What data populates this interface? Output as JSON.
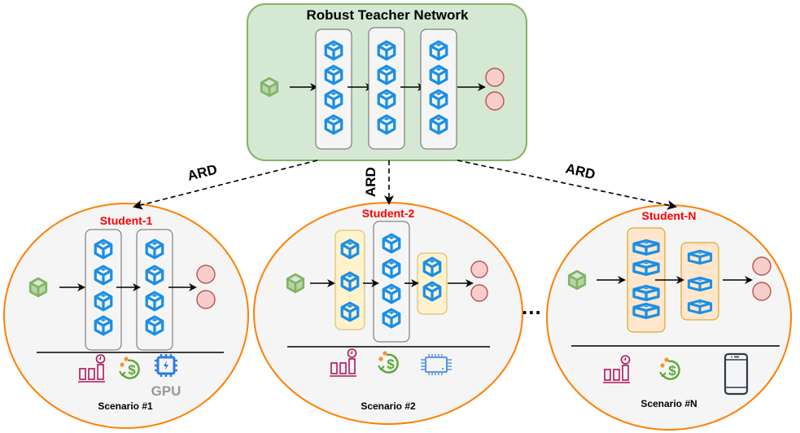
{
  "teacher": {
    "title": "Robust Teacher Network",
    "layers": [
      4,
      4,
      4
    ],
    "outputs": 2
  },
  "edges": [
    {
      "label": "ARD",
      "to": "student-1"
    },
    {
      "label": "ARD",
      "to": "student-2"
    },
    {
      "label": "ARD",
      "to": "student-n"
    }
  ],
  "students": [
    {
      "title": "Student-1",
      "layers": [
        {
          "nodes": 4,
          "style": "gray"
        },
        {
          "nodes": 4,
          "style": "gray"
        }
      ],
      "scenario": "Scenario #1",
      "icons": [
        "latency-chart-icon",
        "cost-icon",
        "gpu-icon"
      ],
      "device_label": "GPU"
    },
    {
      "title": "Student-2",
      "layers": [
        {
          "nodes": 3,
          "style": "yellow"
        },
        {
          "nodes": 4,
          "style": "gray"
        },
        {
          "nodes": 2,
          "style": "yellow"
        }
      ],
      "scenario": "Scenario #2",
      "icons": [
        "latency-chart-icon",
        "cost-icon",
        "cpu-chip-icon"
      ]
    },
    {
      "title": "Student-N",
      "layers": [
        {
          "nodes": 4,
          "style": "orange"
        },
        {
          "nodes": 3,
          "style": "orange"
        }
      ],
      "scenario": "Scenario #N",
      "icons": [
        "latency-chart-icon",
        "cost-icon",
        "mobile-phone-icon"
      ]
    }
  ],
  "ellipsis": "...",
  "colors": {
    "teacher_fill": "#d5e8d4",
    "teacher_stroke": "#82b366",
    "student_fill": "#f5f5f5",
    "student_stroke": "#ff8000",
    "cube_blue": "#1a8fe8",
    "input_green": "#82b366",
    "output_fill": "#f8cecc",
    "output_stroke": "#b85450",
    "title_red": "#ff0000",
    "chart_magenta": "#b0145c",
    "cost_green": "#5aa832",
    "cost_orange": "#f7922a",
    "gpu_blue": "#2b7de9",
    "phone_gray": "#2f3b4a"
  }
}
